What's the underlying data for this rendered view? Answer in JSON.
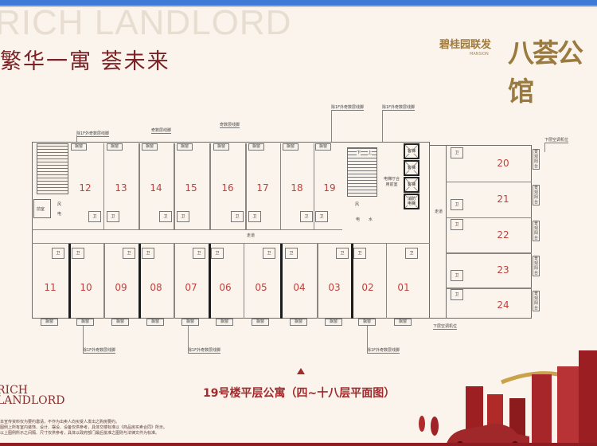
{
  "header": {
    "watermark": "RICH LANDLORD",
    "slogan": "繁华一寓  荟未来",
    "developer_logo": "碧桂园联发",
    "developer_logo_en": "MANSION",
    "project_logo": "八荟公馆"
  },
  "plan": {
    "title": "19号楼平层公寓（四~十八层平面图）",
    "top_units": [
      "12",
      "13",
      "14",
      "15",
      "16",
      "17",
      "18",
      "19"
    ],
    "bottom_units": [
      "11",
      "10",
      "09",
      "08",
      "07",
      "06",
      "05",
      "04",
      "03",
      "02",
      "01"
    ],
    "right_units": [
      "20",
      "21",
      "22",
      "23",
      "24"
    ],
    "labels": {
      "bay_window": "飘窗",
      "bathroom": "卫",
      "anteroom": "前室",
      "wind": "风",
      "electric": "电",
      "water": "水",
      "corridor": "走道",
      "lobby": "电梯厅合用前室",
      "elevator": "客梯",
      "fire_elevator": "消防电梯",
      "stairs_down": "下",
      "stairs_up": "上",
      "balcony": "景观阳台",
      "molding_except_1f": "除1F外奇数层线脚",
      "molding_odd": "奇数层线脚",
      "ac_below": "下层空调机位"
    }
  },
  "footer": {
    "brand": "RICH LANDLORD",
    "disclaimer": [
      "本宣传资料仅为要约邀请，不作为出卖人向买受人发出之购房要约。",
      "图例上所有室内装饰、设计、摆设、设备仅供参考，具体交楼标准以《商品房买卖合同》所示。",
      "以上图例所示之间隔、尺寸仅供参考，具体以政府部门最后批准之图则与法律文件为标准。"
    ]
  },
  "colors": {
    "unit_number": "#c2403d",
    "title": "#a32a2c",
    "accent_blue": "#3f7bd6",
    "gold": "#9b7a3f"
  }
}
